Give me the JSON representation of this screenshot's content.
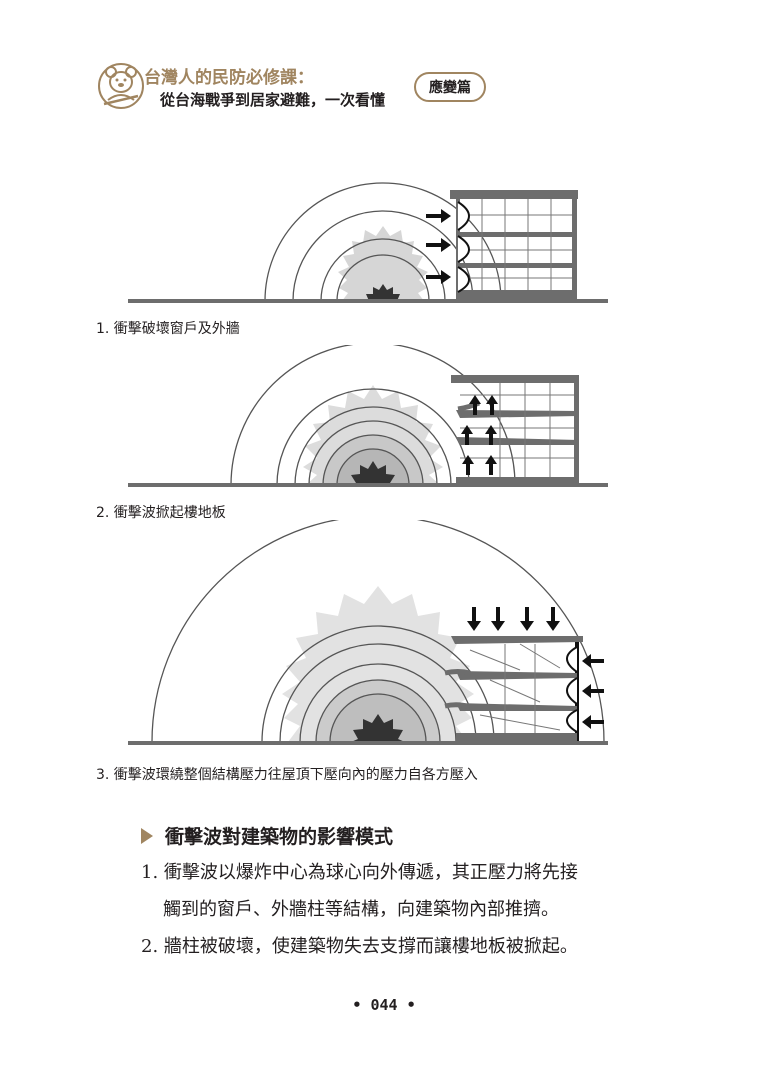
{
  "header": {
    "title_main": "台灣人的民防必修課：",
    "title_sub": "從台海戰爭到居家避難，一次看懂",
    "badge": "應變篇"
  },
  "captions": [
    "1. 衝擊破壞窗戶及外牆",
    "2. 衝擊波掀起樓地板",
    "3. 衝擊波環繞整個結構壓力往屋頂下壓向內的壓力自各方壓入"
  ],
  "section": {
    "heading": "衝擊波對建築物的影響模式",
    "items": [
      "1. 衝擊波以爆炸中心為球心向外傳遞，其正壓力將先接",
      "觸到的窗戶、外牆柱等結構，向建築物內部推擠。",
      "2. 牆柱被破壞，使建築物失去支撐而讓樓地板被掀起。"
    ]
  },
  "page_number": "• 044 •",
  "colors": {
    "accent": "#a08560",
    "dark": "#231f20",
    "gray": "#6d6e71"
  },
  "icons": [
    "bear-mascot-logo",
    "triangle-bullet-icon",
    "arrow-icon",
    "explosion-icon"
  ]
}
